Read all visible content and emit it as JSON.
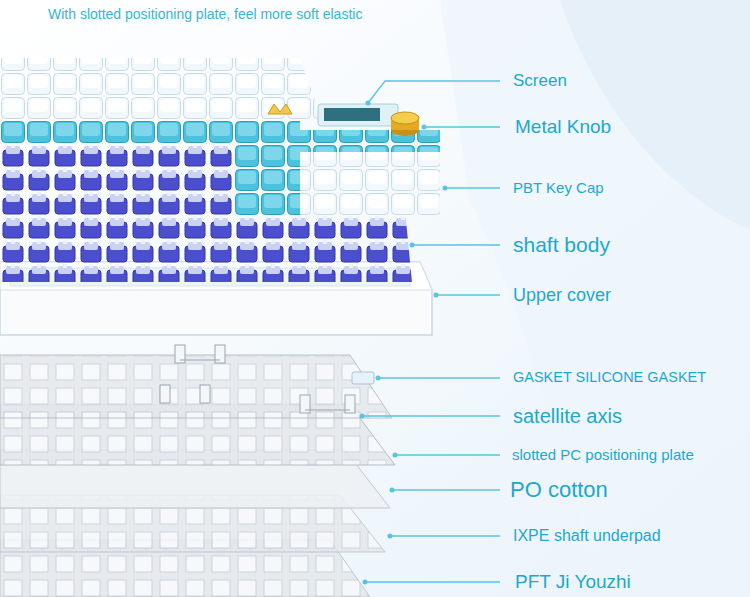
{
  "diagram": {
    "title": "With slotted positioning plate, feel more soft elastic",
    "labels": [
      "Screen",
      "Metal Knob",
      "PBT Key Cap",
      "shaft body",
      "Upper cover",
      "GASKET SILICONE GASKET",
      "satellite axis",
      "slotted PC positioning plate",
      "PO cotton",
      "IXPE shaft underpad",
      "PFT Ji Youzhi"
    ]
  }
}
